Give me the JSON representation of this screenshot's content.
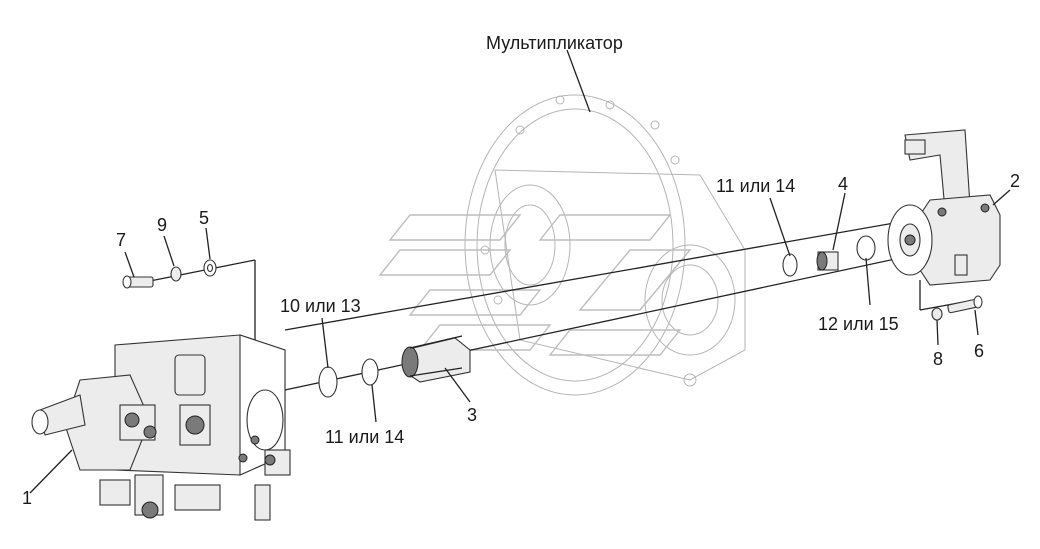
{
  "labels": {
    "multiplier": "Мультипликатор",
    "p1": "1",
    "p2": "2",
    "p3": "3",
    "p4": "4",
    "p5": "5",
    "p6": "6",
    "p7": "7",
    "p8": "8",
    "p9": "9",
    "p10_13": "10 или 13",
    "p11_14_top": "11 или 14",
    "p11_14_bottom": "11 или 14",
    "p12_15": "12 или 15"
  }
}
